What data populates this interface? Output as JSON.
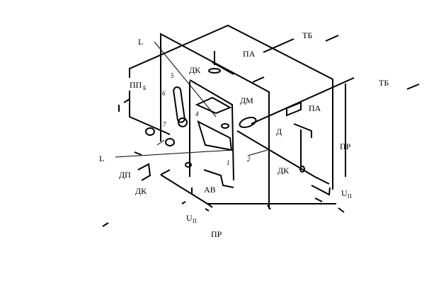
{
  "labels": {
    "L_top": "L",
    "TB_top": "ТБ",
    "PA_top": "ПА",
    "DK_top": "ДК",
    "PP_main": "ПП",
    "PP_sub": "Б",
    "DM": "ДМ",
    "PA_right": "ПА",
    "TB_right": "ТБ",
    "D": "Д",
    "PR_right": "ПР",
    "L_left": "L",
    "DP": "ДП",
    "DK_right": "ДК",
    "DK_bottom": "ДК",
    "AV": "АВ",
    "U_right_main": "U",
    "U_right_sub": "П",
    "U_bottom_main": "U",
    "U_bottom_sub": "П",
    "PR_bottom": "ПР"
  },
  "part_numbers": {
    "n1": "1",
    "n2": "2",
    "n4": "4",
    "n5": "5",
    "n6": "6",
    "n7": "7"
  }
}
